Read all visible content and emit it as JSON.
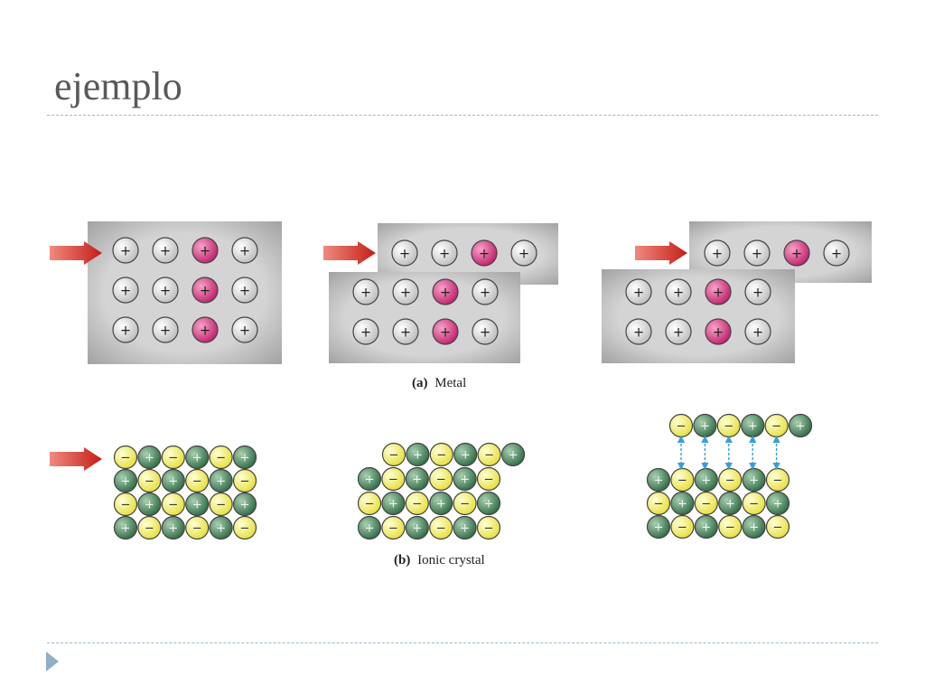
{
  "slide": {
    "title": "ejemplo"
  },
  "colors": {
    "metal_ion": "#d8d8d8",
    "highlight_ion": "#d63a80",
    "anion": "#f2ee6a",
    "cation": "#4e8a5e",
    "arrow": "#cc2a22",
    "force_arrow": "#3a9fd6",
    "block": "#b5b5b5"
  },
  "diagram": {
    "metal": {
      "caption_label": "(a)",
      "caption_text": "Metal",
      "ion_symbol": "+",
      "panels": [
        {
          "name": "intact",
          "rows": [
            [
              "+",
              "+",
              "+",
              "+"
            ],
            [
              "+",
              "+",
              "+",
              "+"
            ],
            [
              "+",
              "+",
              "+",
              "+"
            ]
          ],
          "highlight_col": 2
        },
        {
          "name": "slipped",
          "rows": [
            [
              "+",
              "+",
              "+",
              "+"
            ],
            [
              "+",
              "+",
              "+",
              "+"
            ],
            [
              "+",
              "+",
              "+",
              "+"
            ]
          ],
          "highlight_col": 2
        },
        {
          "name": "further-slipped",
          "rows": [
            [
              "+",
              "+",
              "+",
              "+"
            ],
            [
              "+",
              "+",
              "+",
              "+"
            ],
            [
              "+",
              "+",
              "+",
              "+"
            ]
          ],
          "highlight_col": 2
        }
      ]
    },
    "ionic": {
      "caption_label": "(b)",
      "caption_text": "Ionic crystal",
      "rows": [
        [
          "−",
          "+",
          "−",
          "+",
          "−",
          "+"
        ],
        [
          "+",
          "−",
          "+",
          "−",
          "+",
          "−"
        ],
        [
          "−",
          "+",
          "−",
          "+",
          "−",
          "+"
        ],
        [
          "+",
          "−",
          "+",
          "−",
          "+",
          "−"
        ]
      ]
    }
  }
}
